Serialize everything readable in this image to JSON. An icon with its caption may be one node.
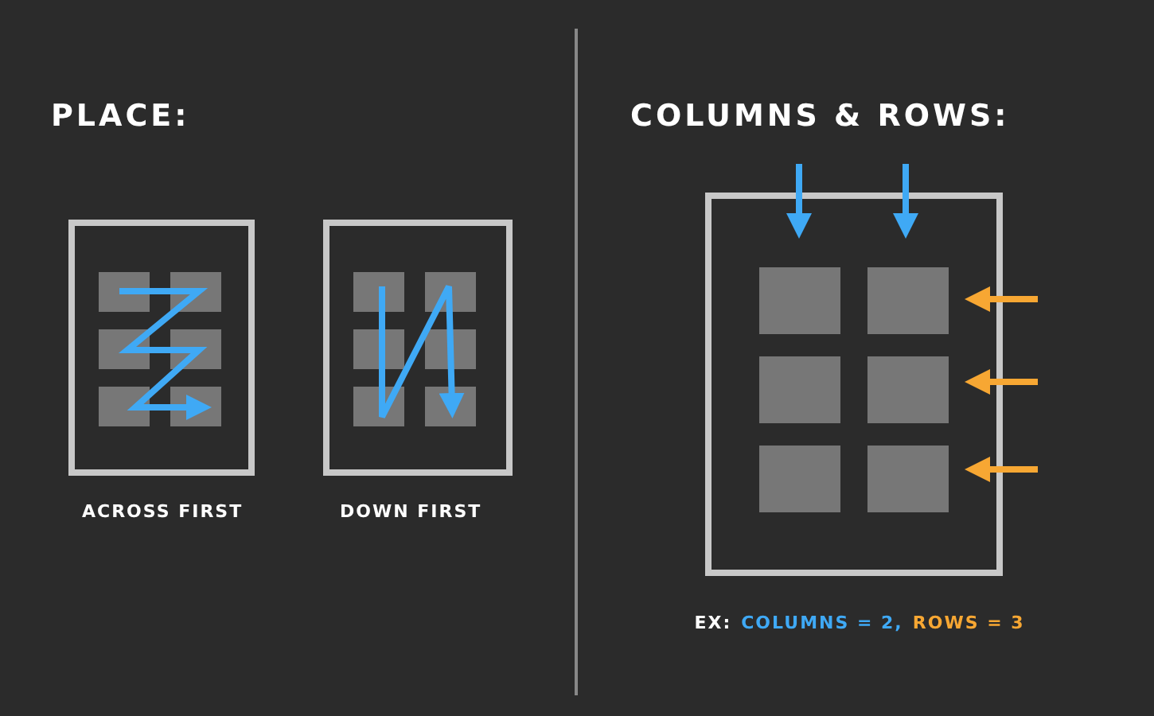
{
  "diagram": {
    "labels": [
      "PLACE:",
      "ACROSS FIRST",
      "DOWN FIRST",
      "COLUMNS & ROWS:",
      "EX:",
      "COLUMNS = 2,",
      "ROWS = 3"
    ]
  }
}
